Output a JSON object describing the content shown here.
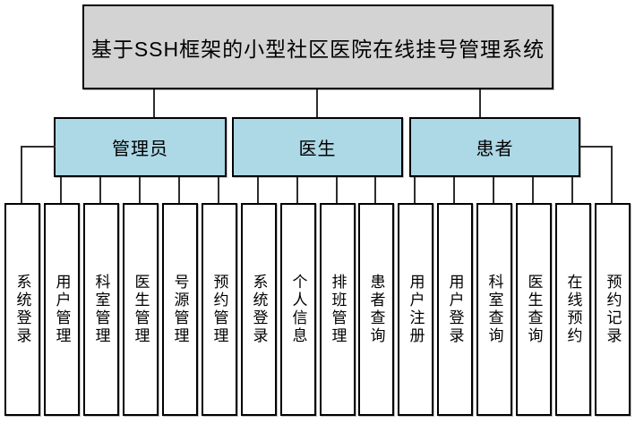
{
  "diagram": {
    "title": "基于SSH框架的小型社区医院在线挂号管理系统",
    "groups": [
      {
        "label": "管理员",
        "children": [
          "系统登录",
          "用户管理",
          "科室管理",
          "医生管理",
          "号源管理",
          "预约管理"
        ]
      },
      {
        "label": "医生",
        "children": [
          "系统登录",
          "个人信息",
          "排班管理",
          "患者查询"
        ]
      },
      {
        "label": "患者",
        "children": [
          "用户注册",
          "用户登录",
          "科室查询",
          "医生查询",
          "在线预约",
          "预约记录"
        ]
      }
    ],
    "colors": {
      "root_fill": "#d3d3d3",
      "group_fill": "#add8e6",
      "leaf_fill": "#ffffff",
      "border": "#000000",
      "connector": "#2e2e2e"
    }
  }
}
